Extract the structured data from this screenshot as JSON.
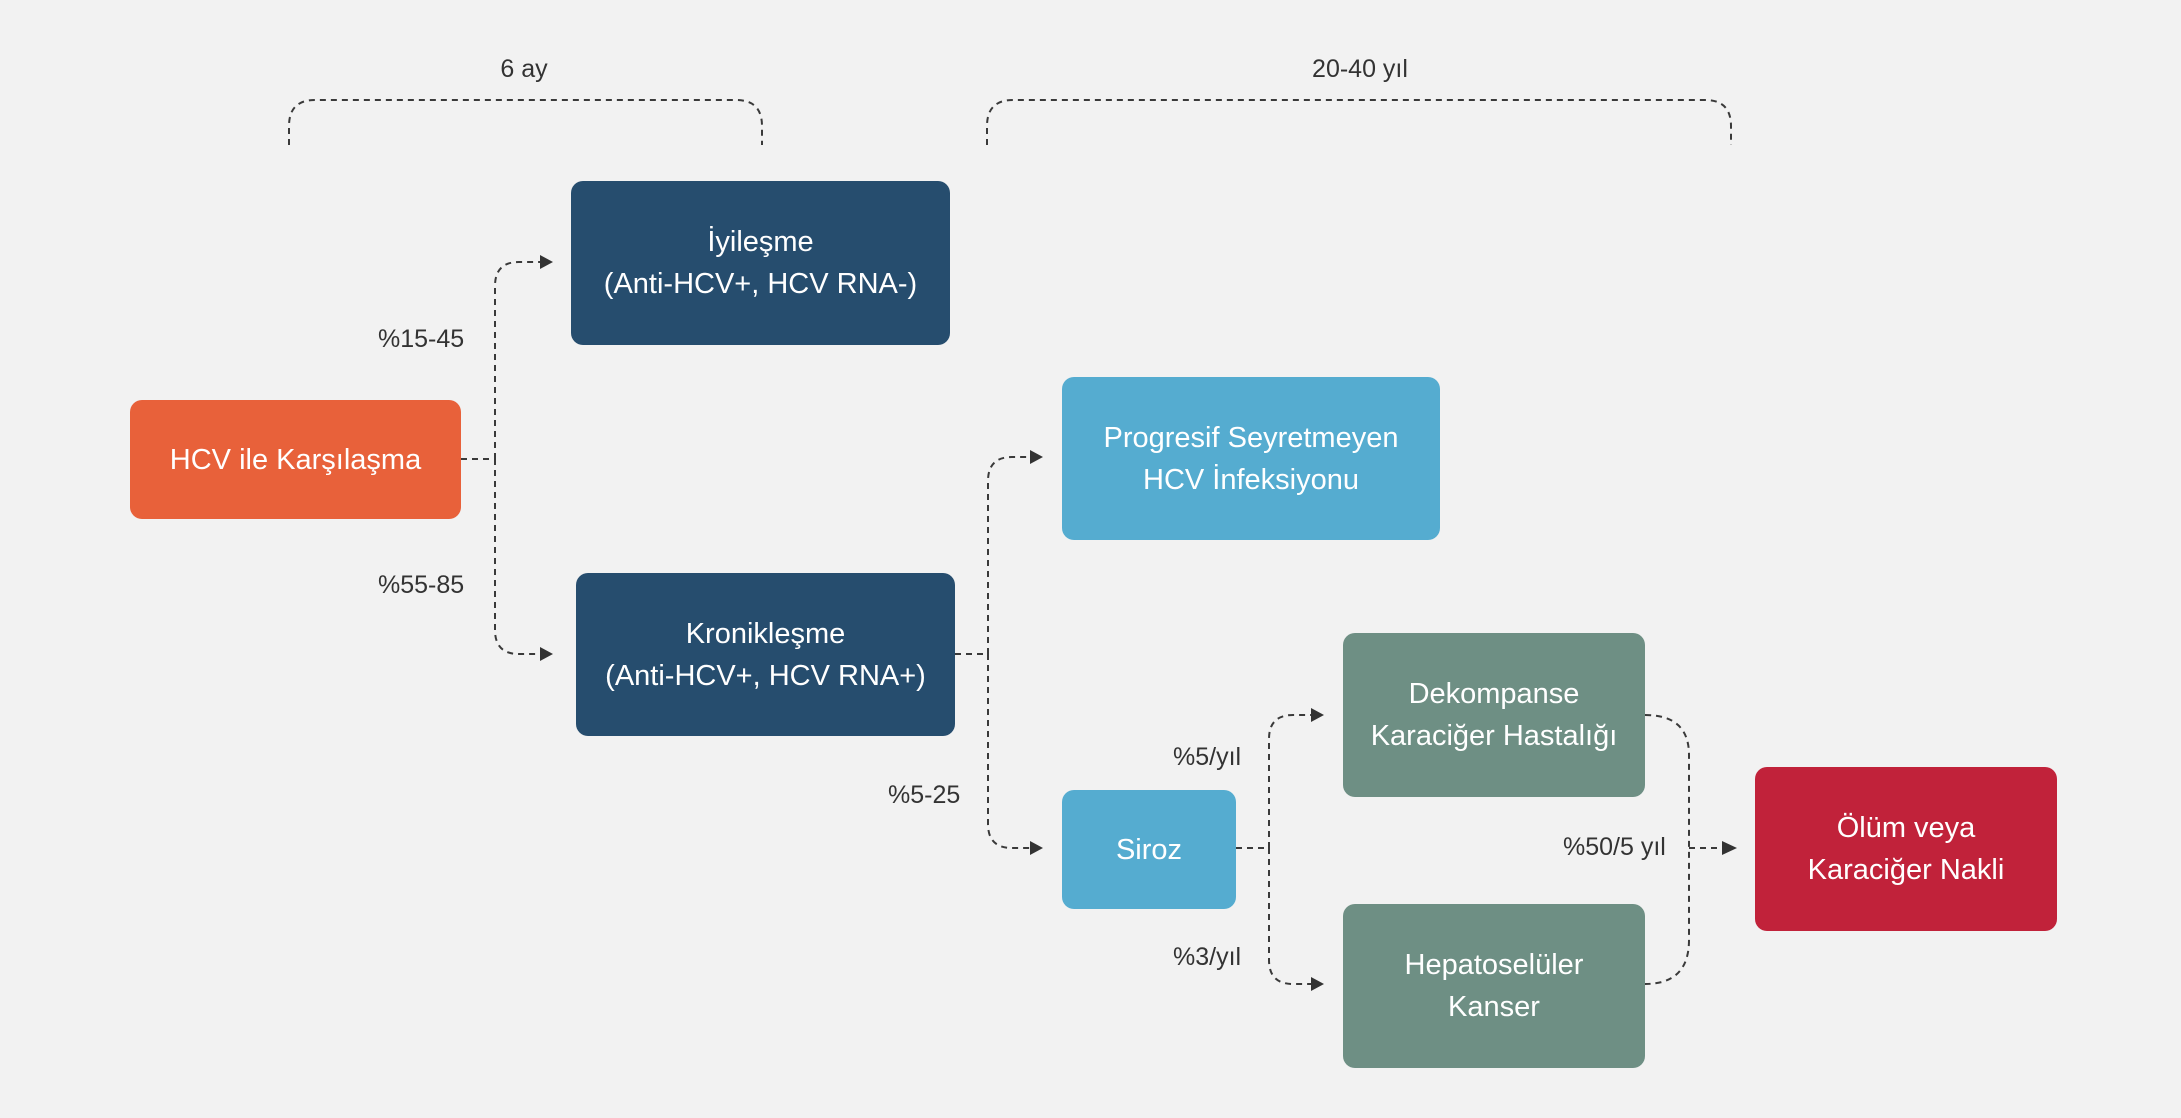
{
  "colors": {
    "background": "#f2f2f2",
    "exposure": "#e8613a",
    "recovery": "#264d6e",
    "chronic": "#264d6e",
    "non_progressive": "#55acd0",
    "cirrhosis": "#55acd0",
    "decompensated": "#6e8f84",
    "hcc": "#6e8f84",
    "outcome": "#c1223a",
    "connector": "#333333"
  },
  "timeline": {
    "acute_label": "6 ay",
    "chronic_label": "20-40 yıl"
  },
  "nodes": {
    "exposure": {
      "lines": [
        "HCV ile Karşılaşma"
      ]
    },
    "recovery": {
      "lines": [
        "İyileşme",
        "(Anti-HCV+, HCV RNA-)"
      ]
    },
    "chronic": {
      "lines": [
        "Kronikleşme",
        "(Anti-HCV+, HCV RNA+)"
      ]
    },
    "non_progressive": {
      "lines": [
        "Progresif Seyretmeyen",
        "HCV İnfeksiyonu"
      ]
    },
    "cirrhosis": {
      "lines": [
        "Siroz"
      ]
    },
    "decompensated": {
      "lines": [
        "Dekompanse",
        "Karaciğer Hastalığı"
      ]
    },
    "hcc": {
      "lines": [
        "Hepatoselüler",
        "Kanser"
      ]
    },
    "outcome": {
      "lines": [
        "Ölüm veya",
        "Karaciğer Nakli"
      ]
    }
  },
  "rates": {
    "recovery": "%15-45",
    "chronic": "%55-85",
    "cirrhosis": "%5-25",
    "decompensated": "%5/yıl",
    "hcc": "%3/yıl",
    "outcome": "%50/5 yıl"
  }
}
